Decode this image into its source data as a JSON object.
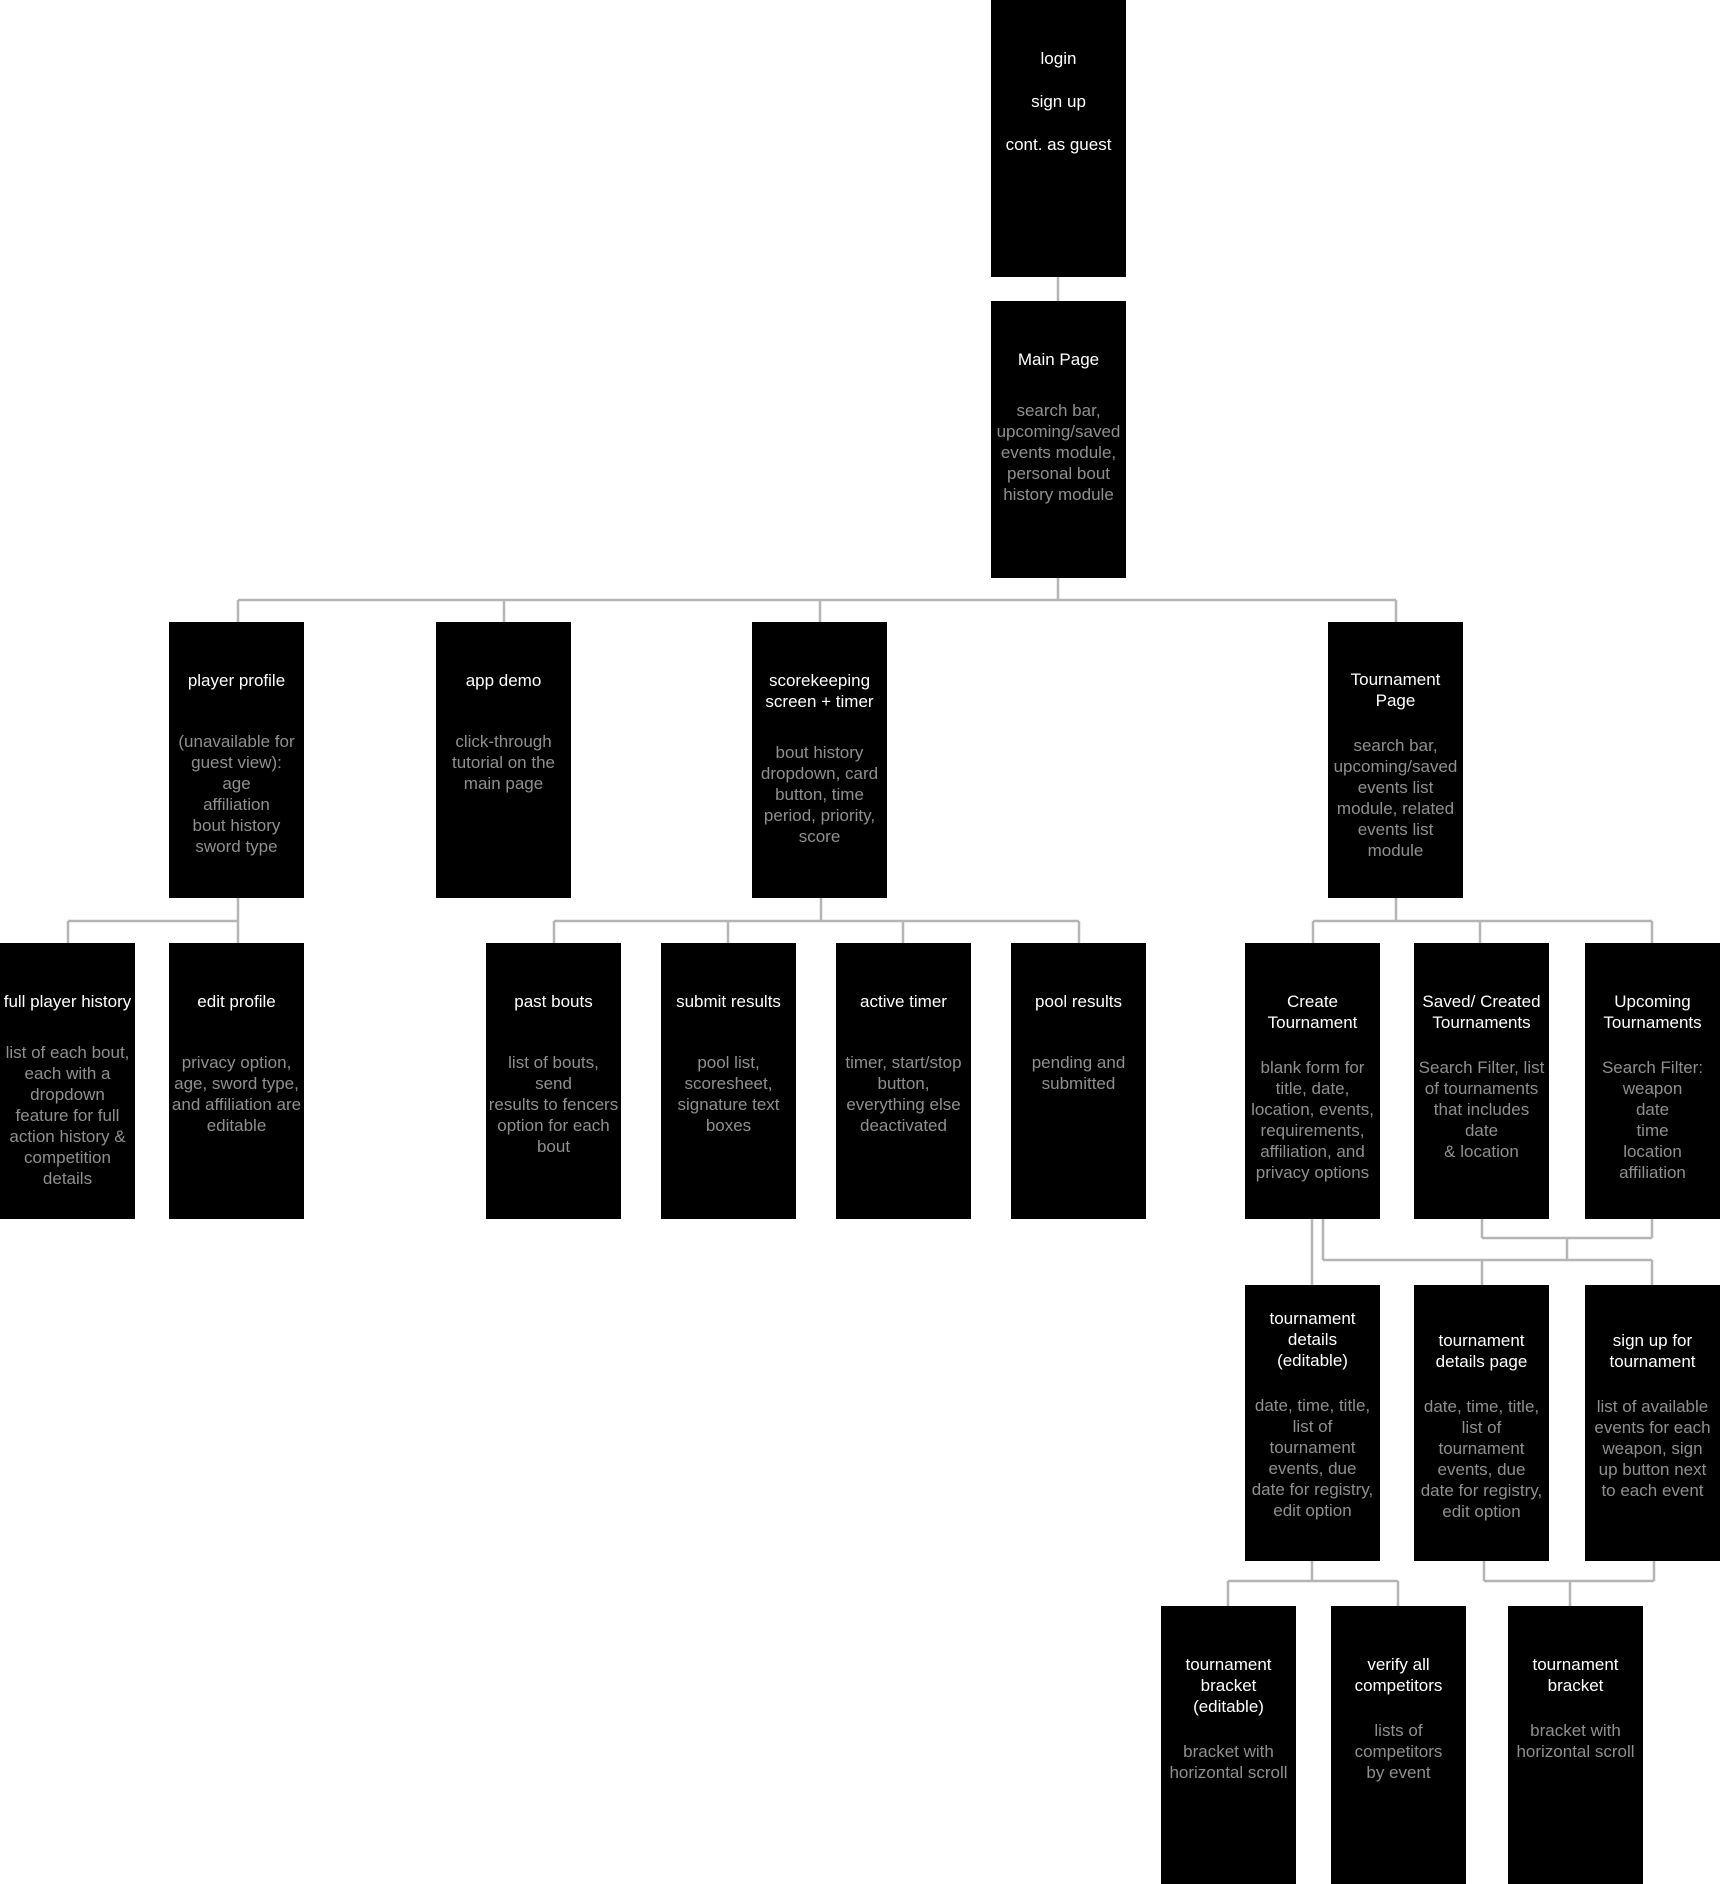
{
  "login_box": {
    "items": [
      "login",
      "sign up",
      "cont. as guest"
    ]
  },
  "main_page": {
    "title": "Main Page",
    "desc": "search bar,\nupcoming/saved\nevents module,\npersonal bout\nhistory module"
  },
  "player_profile": {
    "title": "player profile",
    "desc": "(unavailable for\nguest view):\nage\naffiliation\nbout history\nsword type"
  },
  "app_demo": {
    "title": "app demo",
    "desc": "click-through\ntutorial on the\nmain page"
  },
  "scorekeeping": {
    "title": "scorekeeping\nscreen + timer",
    "desc": "bout history\ndropdown, card\nbutton, time\nperiod, priority,\nscore"
  },
  "tournament_page": {
    "title": "Tournament\nPage",
    "desc": "search bar,\nupcoming/saved\nevents list\nmodule, related\nevents list\nmodule"
  },
  "full_player_history": {
    "title": "full player history",
    "desc": "list of each bout,\neach with a\ndropdown\nfeature for full\naction history &\ncompetition\ndetails"
  },
  "edit_profile": {
    "title": "edit profile",
    "desc": "privacy option,\nage, sword type,\nand affiliation are\neditable"
  },
  "past_bouts": {
    "title": "past bouts",
    "desc": "list of bouts, send\nresults to fencers\noption for each\nbout"
  },
  "submit_results": {
    "title": "submit results",
    "desc": "pool list,\nscoresheet,\nsignature text\nboxes"
  },
  "active_timer": {
    "title": "active timer",
    "desc": "timer, start/stop\nbutton,\neverything else\ndeactivated"
  },
  "pool_results": {
    "title": "pool results",
    "desc": "pending and\nsubmitted"
  },
  "create_tournament": {
    "title": "Create\nTournament",
    "desc": "blank form for\ntitle, date,\nlocation, events,\nrequirements,\naffiliation, and\nprivacy options"
  },
  "saved_created": {
    "title": "Saved/ Created\nTournaments",
    "desc": "Search Filter, list\nof tournaments\nthat includes date\n& location"
  },
  "upcoming_tournaments": {
    "title": "Upcoming\nTournaments",
    "desc": "Search Filter:\nweapon\ndate\ntime\nlocation\naffiliation"
  },
  "tournament_details_editable": {
    "title": "tournament\ndetails\n(editable)",
    "desc": "date, time, title,\nlist of\ntournament\nevents, due\ndate for registry,\nedit option"
  },
  "tournament_details_page": {
    "title": "tournament\ndetails page",
    "desc": "date, time, title,\nlist of\ntournament\nevents, due\ndate for registry,\nedit option"
  },
  "sign_up_tournament": {
    "title": "sign up for\ntournament",
    "desc": "list of available\nevents for each\nweapon, sign\nup button next\nto each event"
  },
  "bracket_editable": {
    "title": "tournament\nbracket (editable)",
    "desc": "bracket with\nhorizontal scroll"
  },
  "verify_competitors": {
    "title": "verify all\ncompetitors",
    "desc": "lists of\ncompetitors\nby event"
  },
  "tournament_bracket": {
    "title": "tournament\nbracket",
    "desc": "bracket with\nhorizontal scroll"
  },
  "colors": {
    "box": "#000000",
    "title_text": "#ffffff",
    "desc_text": "#8f8f8f",
    "connector": "#b5b5b5"
  }
}
